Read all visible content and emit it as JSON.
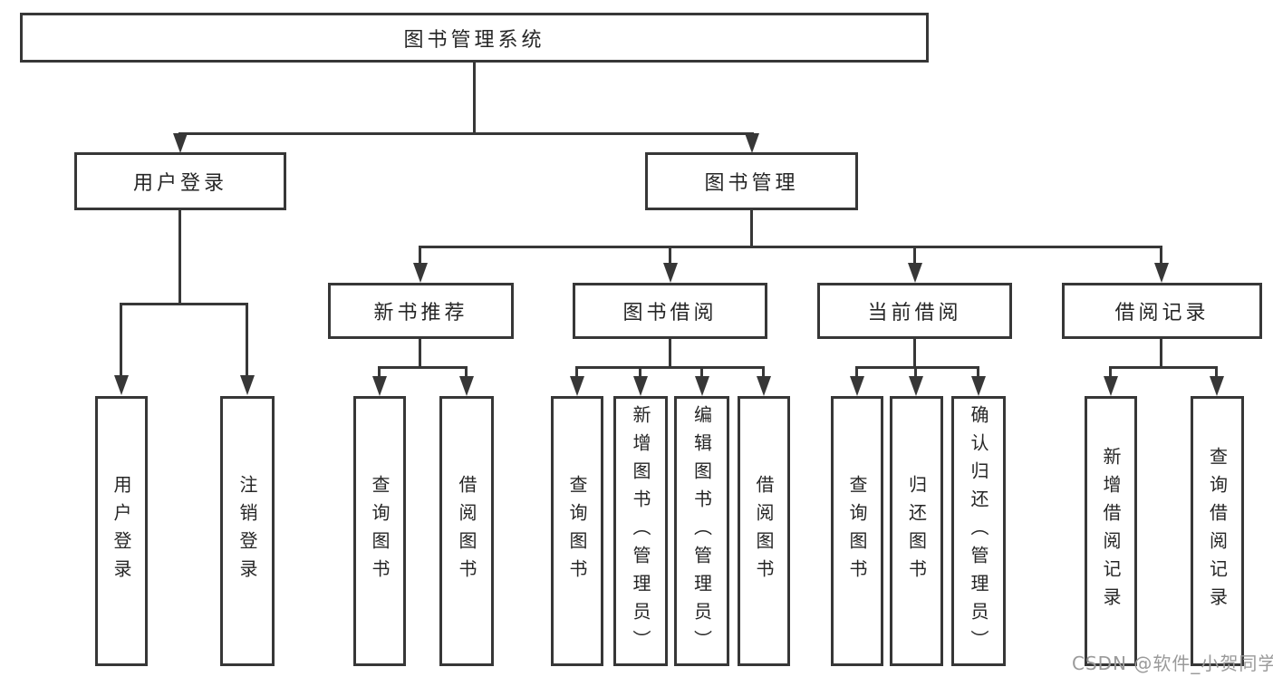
{
  "tree": {
    "label": "图书管理系统",
    "children": [
      {
        "label": "用户登录",
        "children": [
          {
            "label": "用户登录"
          },
          {
            "label": "注销登录"
          }
        ]
      },
      {
        "label": "图书管理",
        "children": [
          {
            "label": "新书推荐",
            "children": [
              {
                "label": "查询图书"
              },
              {
                "label": "借阅图书"
              }
            ]
          },
          {
            "label": "图书借阅",
            "children": [
              {
                "label": "查询图书"
              },
              {
                "label": "新增图书（管理员）"
              },
              {
                "label": "编辑图书（管理员）"
              },
              {
                "label": "借阅图书"
              }
            ]
          },
          {
            "label": "当前借阅",
            "children": [
              {
                "label": "查询图书"
              },
              {
                "label": "归还图书"
              },
              {
                "label": "确认归还（管理员）"
              }
            ]
          },
          {
            "label": "借阅记录",
            "children": [
              {
                "label": "新增借阅记录"
              },
              {
                "label": "查询借阅记录"
              }
            ]
          }
        ]
      }
    ]
  },
  "watermark": {
    "text": "CSDN @软件_小贺同学"
  },
  "colors": {
    "line": "#373737",
    "text": "#262626",
    "background": "#ffffff",
    "watermark": "#9a9a9a"
  }
}
